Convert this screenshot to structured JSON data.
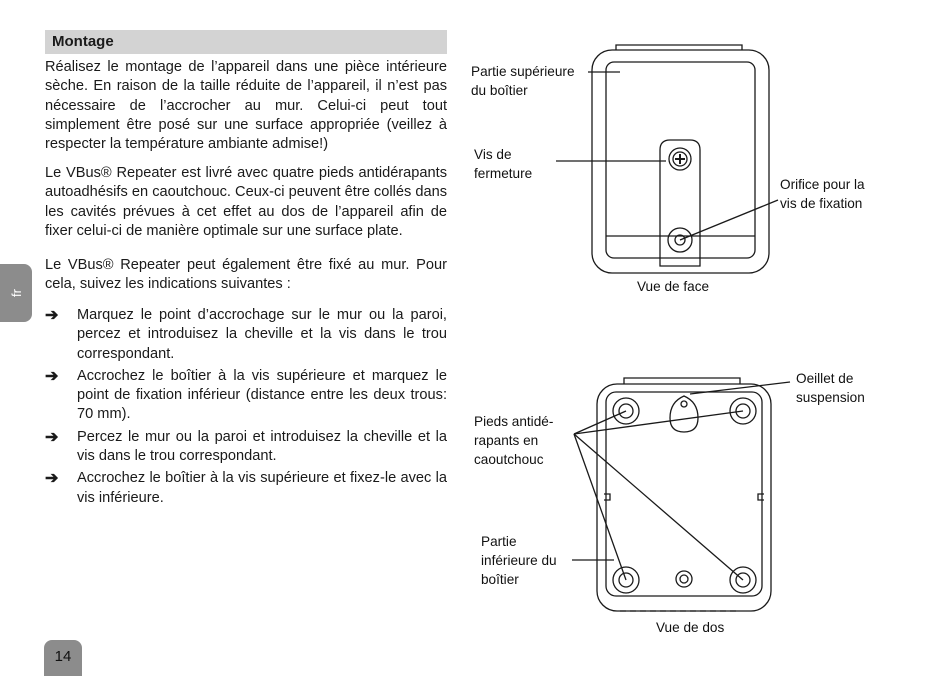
{
  "section": {
    "title": "Montage"
  },
  "paragraphs": {
    "p1": "Réalisez le montage de l’appareil dans une pièce intérieure sèche. En raison de la taille réduite de l’appareil, il n’est pas nécessaire de l’accrocher au mur. Celui-ci peut tout simplement être posé sur une surface appropriée (veillez à respecter la température ambiante admise!)",
    "p2": "Le VBus® Repeater est livré avec quatre pieds antidérapants autoadhésifs en caoutchouc. Ceux-ci peuvent être collés dans les cavités prévues à cet effet au dos de l’appareil afin de fixer celui-ci de manière optimale sur une surface plate.",
    "p3": "Le VBus® Repeater peut également être fixé au mur. Pour cela, suivez les indications suivantes :"
  },
  "steps": [
    "Marquez le point d’accrochage sur le mur ou la paroi, percez et introduisez la cheville et la vis dans le trou correspondant.",
    "Accrochez le boîtier à la vis supérieure et marquez le point de fixation inférieur (distance entre les deux trous: 70 mm).",
    "Percez le mur ou la paroi et introduisez la cheville et la vis dans le trou correspondant.",
    "Accrochez le boîtier à la vis supérieure et fixez-le avec la vis inférieure."
  ],
  "bullet_glyph": "➔",
  "lang_tab": "fr",
  "page_number": "14",
  "front_view": {
    "caption": "Vue de face",
    "label_top_1": "Partie supérieure",
    "label_top_2": "du boîtier",
    "label_screw_1": "Vis de",
    "label_screw_2": "fermeture",
    "label_hole_1": "Orifice pour la",
    "label_hole_2": "vis de fixation"
  },
  "back_view": {
    "caption": "Vue de dos",
    "label_eyelet_1": "Oeillet de",
    "label_eyelet_2": "suspension",
    "label_feet_1": "Pieds antidé-",
    "label_feet_2": "rapants en",
    "label_feet_3": "caoutchouc",
    "label_bottom_1": "Partie",
    "label_bottom_2": "inférieure du",
    "label_bottom_3": "boîtier"
  },
  "colors": {
    "section_bar": "#d3d3d3",
    "tab_gray": "#8c8c8c",
    "line": "#1a1a1a"
  }
}
